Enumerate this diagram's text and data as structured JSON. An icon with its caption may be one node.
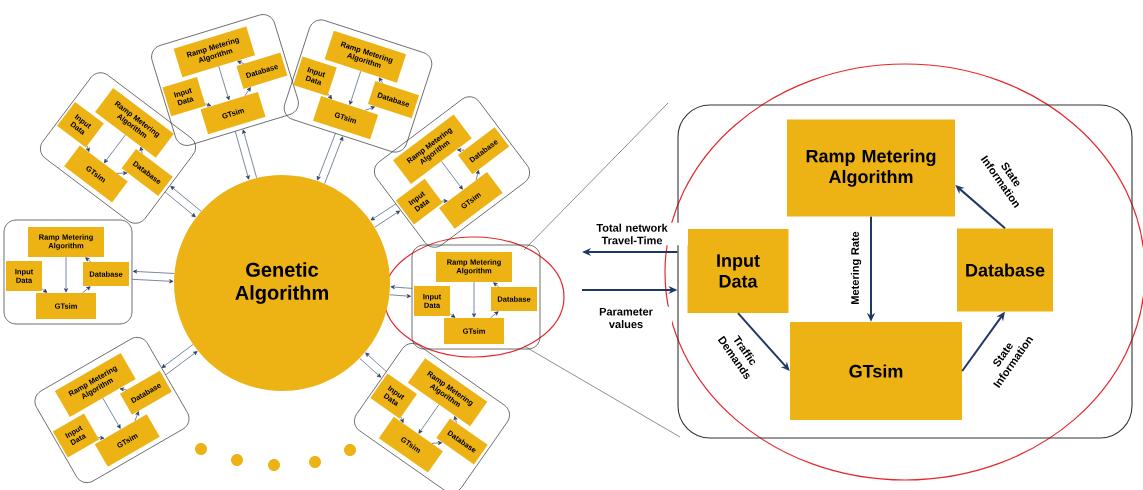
{
  "diagram": {
    "nodes": [
      {
        "text": [
          "Genetic Algorithm"
        ]
      },
      {
        "text": [],
        "shape": "box"
      },
      {
        "text": [
          "Ramp Metering Algorithm"
        ],
        "in": 1
      },
      {
        "text": [
          "Input Data"
        ],
        "in": 1
      },
      {
        "text": [
          "Database"
        ],
        "in": 1
      },
      {
        "text": [
          "GTsim"
        ],
        "in": 1
      },
      {
        "text": [],
        "shape": "box"
      },
      {
        "text": [
          "Ramp Metering Algorithm"
        ],
        "in": 6
      },
      {
        "text": [
          "Input Data"
        ],
        "in": 6
      },
      {
        "text": [
          "Database"
        ],
        "in": 6
      },
      {
        "text": [
          "GTsim"
        ],
        "in": 6
      },
      {
        "text": [],
        "shape": "box"
      },
      {
        "text": [
          "Ramp Metering Algorithm"
        ],
        "in": 11
      },
      {
        "text": [
          "Input Data"
        ],
        "in": 11
      },
      {
        "text": [
          "Database"
        ],
        "in": 11
      },
      {
        "text": [
          "GTsim"
        ],
        "in": 11
      },
      {
        "text": [],
        "shape": "box"
      },
      {
        "text": [
          "Ramp Metering Algorithm"
        ],
        "in": 16
      },
      {
        "text": [
          "Input Data"
        ],
        "in": 16
      },
      {
        "text": [
          "Database"
        ],
        "in": 16
      },
      {
        "text": [
          "GTsim"
        ],
        "in": 16
      },
      {
        "text": [],
        "shape": "box"
      },
      {
        "text": [
          "Ramp Metering Algorithm"
        ],
        "in": 21
      },
      {
        "text": [
          "Input Data"
        ],
        "in": 21
      },
      {
        "text": [
          "Database"
        ],
        "in": 21
      },
      {
        "text": [
          "GTsim"
        ],
        "in": 21
      },
      {
        "text": [],
        "shape": "box"
      },
      {
        "text": [
          "Ramp Metering Algorithm"
        ],
        "in": 26
      },
      {
        "text": [
          "Input Data"
        ],
        "in": 26
      },
      {
        "text": [
          "Database"
        ],
        "in": 26
      },
      {
        "text": [
          "GTsim"
        ],
        "in": 26
      },
      {
        "text": [],
        "shape": "box"
      },
      {
        "text": [
          "Ramp Metering Algorithm"
        ],
        "in": 31
      },
      {
        "text": [
          "Input Data"
        ],
        "in": 31
      },
      {
        "text": [
          "Database"
        ],
        "in": 31
      },
      {
        "text": [
          "GTsim"
        ],
        "in": 31
      },
      {
        "text": [],
        "shape": "box"
      },
      {
        "text": [
          "Ramp Metering Algorithm"
        ],
        "in": 36
      },
      {
        "text": [
          "Input Data"
        ],
        "in": 36
      },
      {
        "text": [
          "Database"
        ],
        "in": 36
      },
      {
        "text": [
          "GTsim"
        ],
        "in": 36
      },
      {
        "text": [],
        "shape": "box"
      },
      {
        "text": [
          "Ramp Metering Algorithm"
        ],
        "in": 41
      },
      {
        "text": [
          "Input Data"
        ],
        "in": 41
      },
      {
        "text": [
          "Database"
        ],
        "in": 41
      },
      {
        "text": [
          "GTsim"
        ],
        "in": 41
      }
    ],
    "edges": [
      {
        "from": 3,
        "to": 5,
        "arrow": "to"
      },
      {
        "from": 2,
        "to": 5,
        "arrow": "to"
      },
      {
        "from": 5,
        "to": 4,
        "arrow": "to"
      },
      {
        "from": 4,
        "to": 2,
        "arrow": "to"
      },
      {
        "from": 0,
        "to": 1,
        "arrow": "to"
      },
      {
        "from": 1,
        "to": 0,
        "arrow": "to"
      },
      {
        "from": 8,
        "to": 10,
        "arrow": "to"
      },
      {
        "from": 7,
        "to": 10,
        "arrow": "to"
      },
      {
        "from": 10,
        "to": 9,
        "arrow": "to"
      },
      {
        "from": 9,
        "to": 7,
        "arrow": "to"
      },
      {
        "from": 0,
        "to": 6,
        "arrow": "to"
      },
      {
        "from": 6,
        "to": 0,
        "arrow": "to"
      },
      {
        "from": 13,
        "to": 15,
        "arrow": "to"
      },
      {
        "from": 12,
        "to": 15,
        "arrow": "to"
      },
      {
        "from": 15,
        "to": 14,
        "arrow": "to"
      },
      {
        "from": 14,
        "to": 12,
        "arrow": "to"
      },
      {
        "from": 0,
        "to": 11,
        "arrow": "to"
      },
      {
        "from": 11,
        "to": 0,
        "arrow": "to"
      },
      {
        "from": 18,
        "to": 20,
        "arrow": "to"
      },
      {
        "from": 17,
        "to": 20,
        "arrow": "to"
      },
      {
        "from": 20,
        "to": 19,
        "arrow": "to"
      },
      {
        "from": 19,
        "to": 17,
        "arrow": "to"
      },
      {
        "from": 0,
        "to": 16,
        "arrow": "to"
      },
      {
        "from": 16,
        "to": 0,
        "arrow": "to"
      },
      {
        "from": 23,
        "to": 25,
        "arrow": "to"
      },
      {
        "from": 22,
        "to": 25,
        "arrow": "to"
      },
      {
        "from": 25,
        "to": 24,
        "arrow": "to"
      },
      {
        "from": 24,
        "to": 22,
        "arrow": "to"
      },
      {
        "from": 0,
        "to": 21,
        "arrow": "to"
      },
      {
        "from": 21,
        "to": 0,
        "arrow": "to"
      },
      {
        "from": 28,
        "to": 30,
        "arrow": "to"
      },
      {
        "from": 27,
        "to": 30,
        "arrow": "to"
      },
      {
        "from": 30,
        "to": 29,
        "arrow": "to"
      },
      {
        "from": 29,
        "to": 27,
        "arrow": "to"
      },
      {
        "from": 0,
        "to": 26,
        "arrow": "to"
      },
      {
        "from": 26,
        "to": 0,
        "arrow": "to"
      },
      {
        "from": 33,
        "to": 35,
        "arrow": "to"
      },
      {
        "from": 32,
        "to": 35,
        "arrow": "to"
      },
      {
        "from": 35,
        "to": 34,
        "arrow": "to"
      },
      {
        "from": 34,
        "to": 32,
        "arrow": "to"
      },
      {
        "from": 0,
        "to": 31,
        "arrow": "to"
      },
      {
        "from": 31,
        "to": 0,
        "arrow": "to"
      },
      {
        "from": 38,
        "to": 40,
        "arrow": "to"
      },
      {
        "from": 37,
        "to": 40,
        "arrow": "to"
      },
      {
        "from": 40,
        "to": 39,
        "arrow": "to"
      },
      {
        "from": 39,
        "to": 37,
        "arrow": "to"
      },
      {
        "from": 0,
        "to": 36,
        "arrow": "to"
      },
      {
        "from": 36,
        "to": 0,
        "arrow": "to"
      },
      {
        "from": 43,
        "to": 45,
        "arrow": "to",
        "label": "Traffic Demands"
      },
      {
        "from": 42,
        "to": 45,
        "arrow": "to",
        "label": "Metering Rate"
      },
      {
        "from": 45,
        "to": 44,
        "arrow": "to",
        "label": "State Information"
      },
      {
        "from": 44,
        "to": 42,
        "arrow": "to",
        "label": "State Information"
      },
      {
        "from": 41,
        "to": null,
        "arrow": "to",
        "label": "Total network Travel-Time"
      },
      {
        "from": null,
        "to": 41,
        "arrow": "to",
        "label": "Parameter values"
      }
    ]
  }
}
